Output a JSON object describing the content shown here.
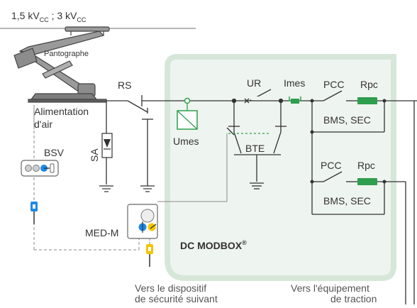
{
  "supply": {
    "voltage_a": "1,5 kV",
    "sub_a": "CC",
    "sep": " ; ",
    "voltage_b": "3 kV",
    "sub_b": "CC"
  },
  "labels": {
    "pantograph": "Pantographe",
    "rs": "RS",
    "air_line1": "Alimentation",
    "air_line2": "d'air",
    "bsv": "BSV",
    "sa": "SA",
    "umes": "Umes",
    "ur": "UR",
    "imes": "Imes",
    "pcc_top": "PCC",
    "rpc_top": "Rpc",
    "bms_top": "BMS, SEC",
    "bte": "BTE",
    "pcc_bottom": "PCC",
    "rpc_bottom": "Rpc",
    "bms_bottom": "BMS, SEC",
    "med": "MED-M",
    "box_title": "DC MODBOX",
    "box_reg": "®"
  },
  "captions": {
    "left_line1": "Vers le dispositif",
    "left_line2": "de sécurité suivant",
    "right_line1": "Vers l'équipement",
    "right_line2": "de traction"
  },
  "colors": {
    "green": "#2e9e4f",
    "box_fill": "#eef4ef",
    "box_border": "#d6e7d9",
    "wire": "#333333",
    "blue": "#1e88e5",
    "yellow": "#f5c400",
    "gray": "#8a8a8a"
  }
}
